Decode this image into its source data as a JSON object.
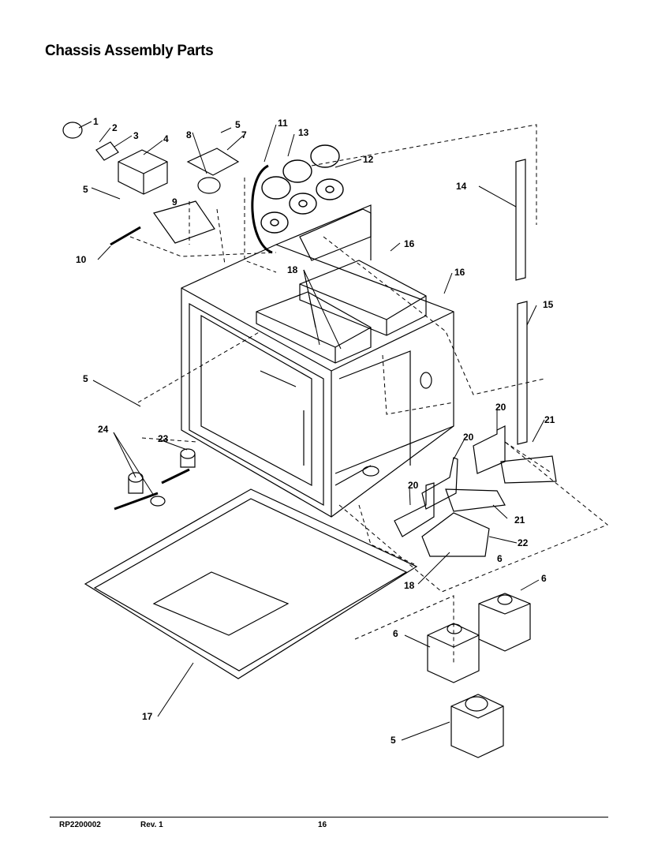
{
  "title": "Chassis Assembly Parts",
  "callouts": {
    "c1": "1",
    "c2": "2",
    "c3": "3",
    "c4": "4",
    "c5a": "5",
    "c5b": "5",
    "c5c": "5",
    "c5d": "5",
    "c6a": "6",
    "c6b": "6",
    "c6c": "6",
    "c7": "7",
    "c8": "8",
    "c9": "9",
    "c10": "10",
    "c11": "11",
    "c12": "12",
    "c13": "13",
    "c14": "14",
    "c15": "15",
    "c16a": "16",
    "c16b": "16",
    "c17": "17",
    "c18a": "18",
    "c18b": "18",
    "c20a": "20",
    "c20b": "20",
    "c20c": "20",
    "c21a": "21",
    "c21b": "21",
    "c22": "22",
    "c23": "23",
    "c24": "24"
  },
  "footer": {
    "doc_number": "RP2200002",
    "revision": "Rev. 1",
    "page": "16"
  }
}
